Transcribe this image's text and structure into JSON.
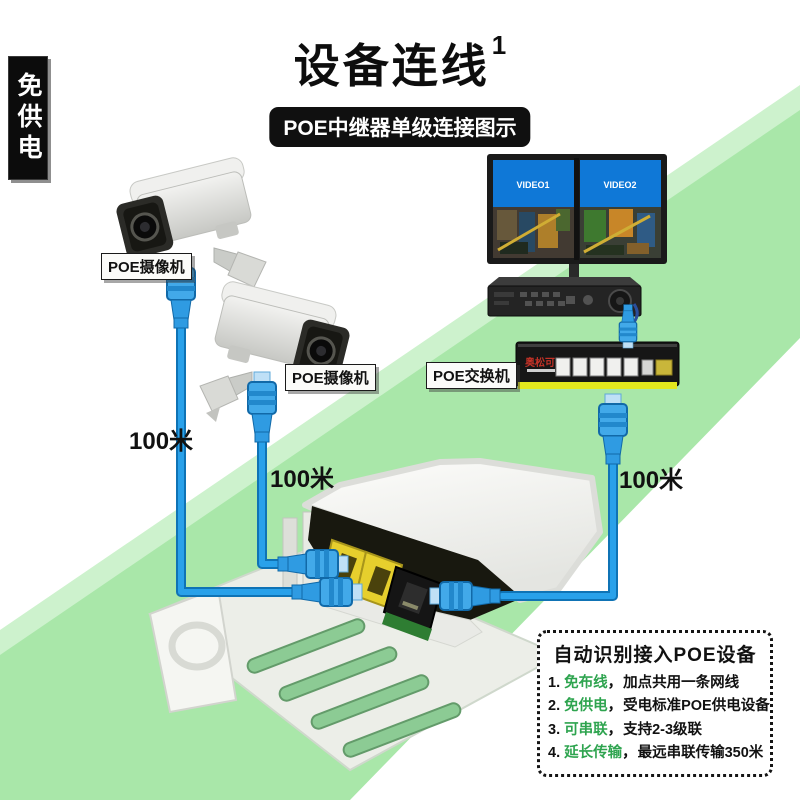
{
  "page": {
    "title": "设备连线",
    "title_sup": "1",
    "badge": "POE中继器单级连接图示",
    "side_tag": "免供电"
  },
  "diagram": {
    "camera1_label": "POE摄像机",
    "camera2_label": "POE摄像机",
    "switch_label": "POE交换机",
    "switch_brand": "奥松可",
    "cable1_length": "100米",
    "cable2_length": "100米",
    "cable3_length": "100米",
    "monitor1_text": "VIDEO1",
    "monitor2_text": "VIDEO2"
  },
  "info_box": {
    "title": "自动识别接入POE设备",
    "items": [
      {
        "num": "1.",
        "keyword": "免布线",
        "sep": "，",
        "desc": "加点共用一条网线"
      },
      {
        "num": "2.",
        "keyword": "免供电",
        "sep": "，",
        "desc": "受电标准POE供电设备"
      },
      {
        "num": "3.",
        "keyword": "可串联",
        "sep": "，",
        "desc": "支持2-3级联"
      },
      {
        "num": "4.",
        "keyword": "延长传输",
        "sep": "，",
        "desc": "最远串联传输350米"
      }
    ]
  },
  "colors": {
    "band_green": "#a9e7a9",
    "band_green_light": "#cdf2cd",
    "cable_blue": "#29a1ea",
    "cable_blue_dark": "#0f73b5",
    "connector_blue": "#42a9e9",
    "screen_blue": "#0f78d7",
    "port_yellow": "#e6cf2d",
    "switch_stripe_yellow": "#e4e71e",
    "keyword_green": "#2ea44f",
    "badge_black": "#101010"
  }
}
